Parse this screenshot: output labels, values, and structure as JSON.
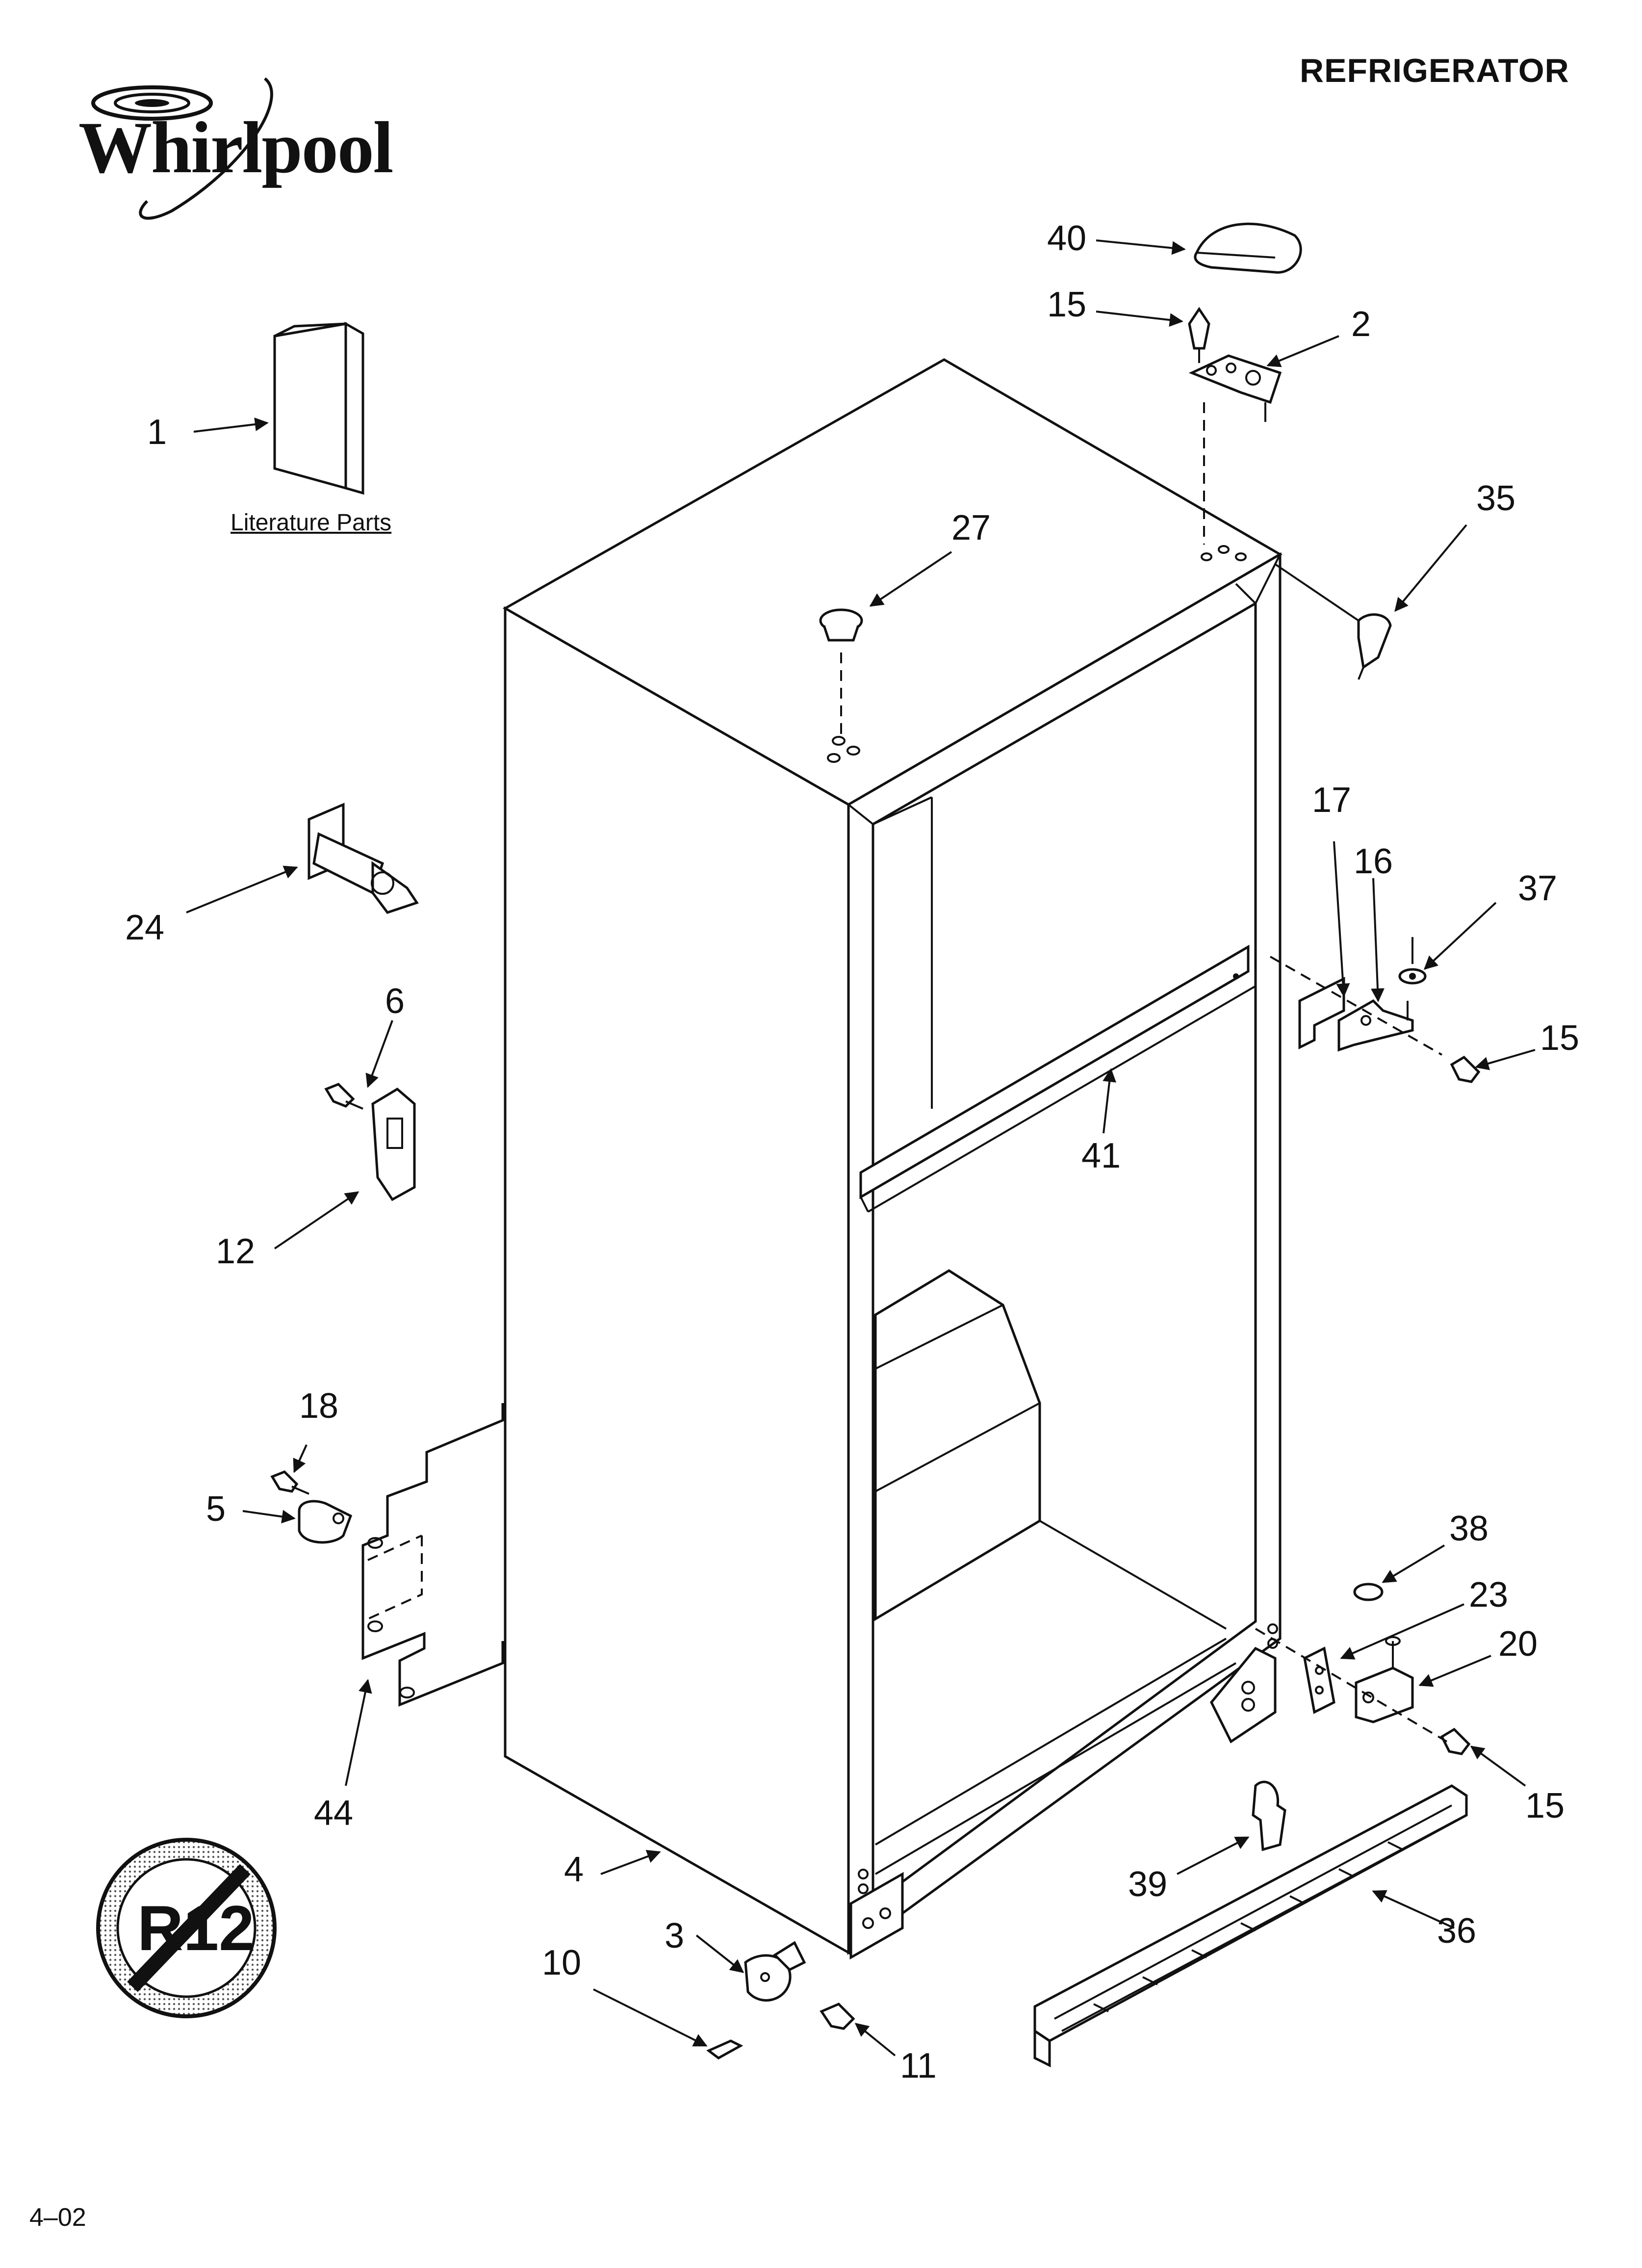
{
  "header": {
    "title": "REFRIGERATOR"
  },
  "brand": {
    "name": "Whirlpool"
  },
  "literature": {
    "label": "Literature Parts"
  },
  "no_r12": {
    "text": "R12"
  },
  "footer": {
    "code": "4–02"
  },
  "callouts": {
    "c1": "1",
    "c2": "2",
    "c3": "3",
    "c4": "4",
    "c5": "5",
    "c6": "6",
    "c10": "10",
    "c11": "11",
    "c12": "12",
    "c15a": "15",
    "c15b": "15",
    "c15c": "15",
    "c16": "16",
    "c17": "17",
    "c18": "18",
    "c20": "20",
    "c23": "23",
    "c24": "24",
    "c27": "27",
    "c35": "35",
    "c36": "36",
    "c37": "37",
    "c38": "38",
    "c39": "39",
    "c40": "40",
    "c41": "41",
    "c44": "44"
  },
  "icons": [
    "whirlpool-logo-icon",
    "no-r12-icon"
  ]
}
